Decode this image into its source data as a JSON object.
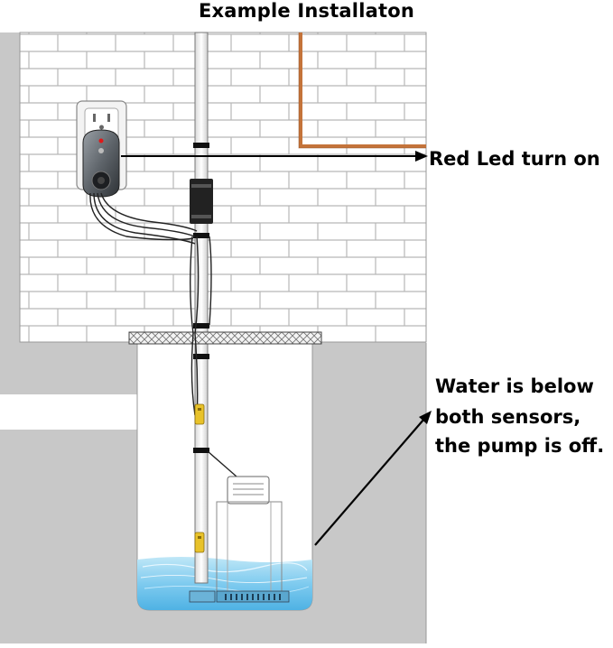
{
  "title": "Example Installaton",
  "annotations": {
    "red_led": "Red Led turn on",
    "water_lines": [
      "Water is below",
      "both sensors,",
      "the pump is off."
    ]
  },
  "colors": {
    "wall_gray": "#c8c8c8",
    "brick_line": "#b4b4b4",
    "copper_pipe": "#c4733a",
    "water": "#8fd3f0",
    "float_switch": "#e8c22a",
    "led": "#e01818"
  },
  "icons": [
    "outlet-icon",
    "controller-icon",
    "float-switch-icon",
    "sump-pump-icon"
  ]
}
